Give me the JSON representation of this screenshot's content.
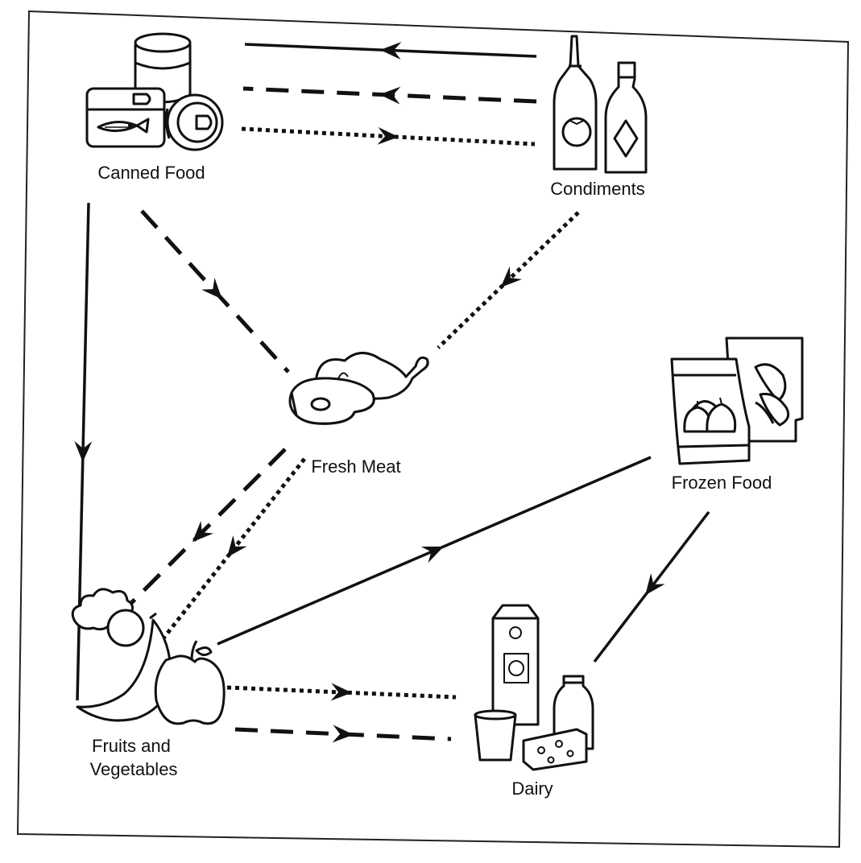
{
  "diagram": {
    "nodes": [
      {
        "id": "canned",
        "label_lines": [
          "Canned Food"
        ],
        "icon": "canned-food-icon"
      },
      {
        "id": "condiments",
        "label_lines": [
          "Condiments"
        ],
        "icon": "condiments-icon"
      },
      {
        "id": "meat",
        "label_lines": [
          "Fresh Meat"
        ],
        "icon": "fresh-meat-icon"
      },
      {
        "id": "frozen",
        "label_lines": [
          "Frozen Food"
        ],
        "icon": "frozen-food-icon"
      },
      {
        "id": "fruits",
        "label_lines": [
          "Fruits and",
          "Vegetables"
        ],
        "icon": "fruits-vegetables-icon"
      },
      {
        "id": "dairy",
        "label_lines": [
          "Dairy"
        ],
        "icon": "dairy-icon"
      }
    ],
    "edges": [
      {
        "from": "condiments",
        "to": "canned",
        "style": "solid"
      },
      {
        "from": "condiments",
        "to": "canned",
        "style": "dashed"
      },
      {
        "from": "canned",
        "to": "condiments",
        "style": "dotted"
      },
      {
        "from": "canned",
        "to": "fruits",
        "style": "solid"
      },
      {
        "from": "canned",
        "to": "meat",
        "style": "dashed"
      },
      {
        "from": "condiments",
        "to": "meat",
        "style": "dotted"
      },
      {
        "from": "meat",
        "to": "fruits",
        "style": "dashed"
      },
      {
        "from": "meat",
        "to": "fruits",
        "style": "dotted"
      },
      {
        "from": "fruits",
        "to": "frozen",
        "style": "solid"
      },
      {
        "from": "frozen",
        "to": "dairy",
        "style": "solid"
      },
      {
        "from": "fruits",
        "to": "dairy",
        "style": "dotted"
      },
      {
        "from": "fruits",
        "to": "dairy",
        "style": "dashed"
      }
    ]
  }
}
